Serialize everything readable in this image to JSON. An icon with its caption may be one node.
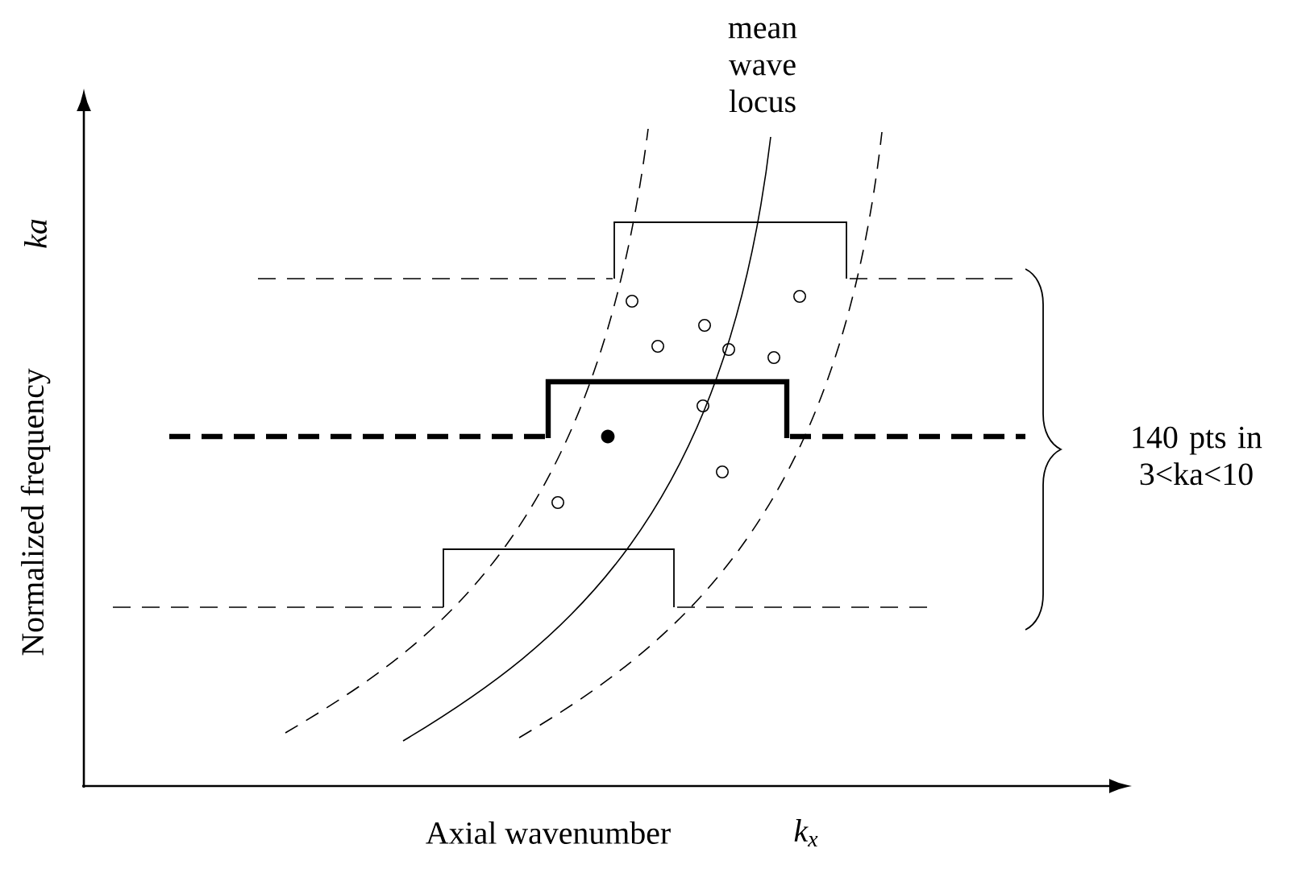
{
  "diagram": {
    "labels": [
      "mean wave locus",
      "Normalized frequency",
      "ka",
      "Axial wavenumber",
      "k$_{x}$",
      "140 pts in 3<ka<10"
    ]
  }
}
